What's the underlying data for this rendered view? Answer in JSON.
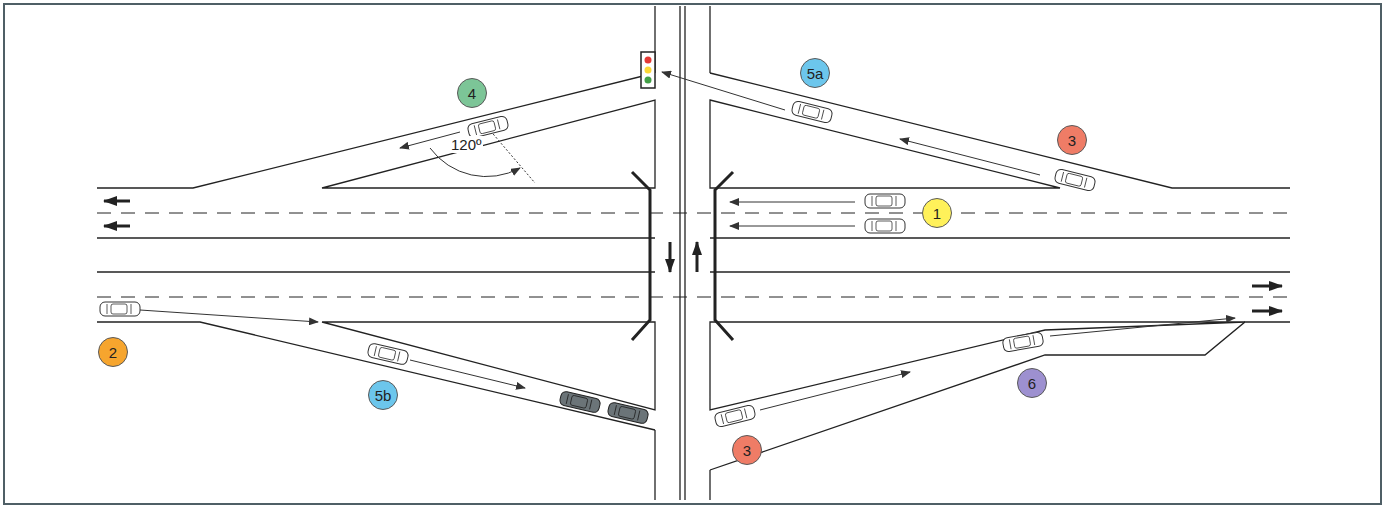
{
  "diagram": {
    "nodes": [
      {
        "text": [
          "5a"
        ]
      },
      {
        "text": [
          "4"
        ]
      },
      {
        "text": [
          "3"
        ]
      },
      {
        "text": [
          "1"
        ]
      },
      {
        "text": [
          "2"
        ]
      },
      {
        "text": [
          "6"
        ]
      },
      {
        "text": [
          "5b"
        ]
      },
      {
        "text": [
          "3"
        ]
      }
    ],
    "labels": [
      "120º"
    ]
  }
}
